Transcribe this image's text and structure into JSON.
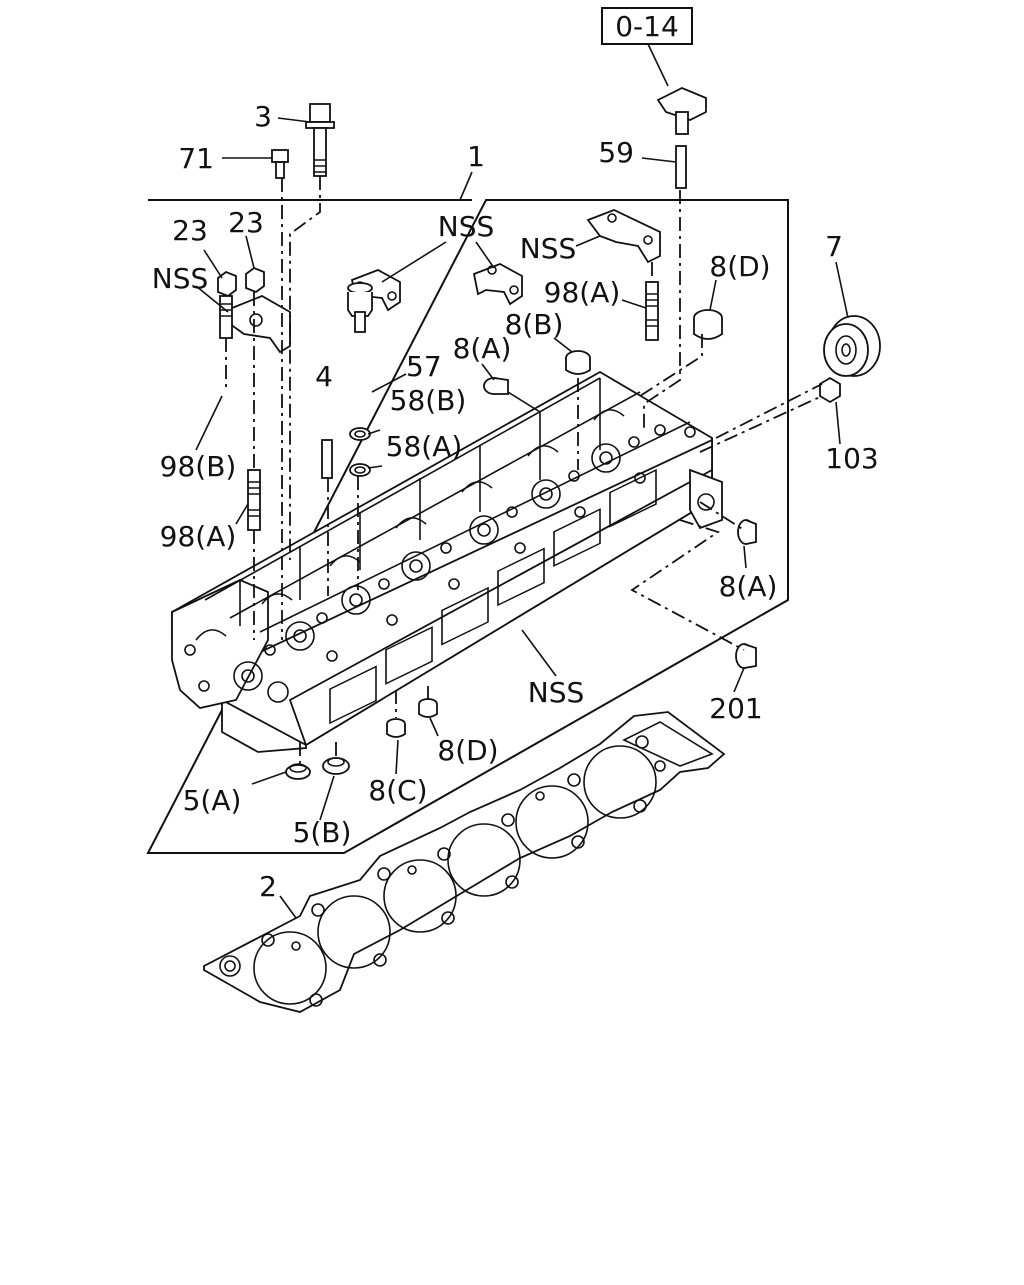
{
  "diagram": {
    "reference_box": "0-14",
    "labels": {
      "p3": "3",
      "p71": "71",
      "p1": "1",
      "p59": "59",
      "p23a": "23",
      "p23b": "23",
      "nss_left": "NSS",
      "nss_top": "NSS",
      "nss_cap": "NSS",
      "p98a_top": "98(A)",
      "p8d_top": "8(D)",
      "p7": "7",
      "p8b": "8(B)",
      "p8a_top": "8(A)",
      "p57": "57",
      "p4": "4",
      "p58b": "58(B)",
      "p58a": "58(A)",
      "p98b": "98(B)",
      "p98a_left": "98(A)",
      "p103": "103",
      "p8a_right": "8(A)",
      "nss_bottom": "NSS",
      "p201": "201",
      "p8d_bottom": "8(D)",
      "p8c": "8(C)",
      "p5a": "5(A)",
      "p5b": "5(B)",
      "p2": "2"
    }
  }
}
